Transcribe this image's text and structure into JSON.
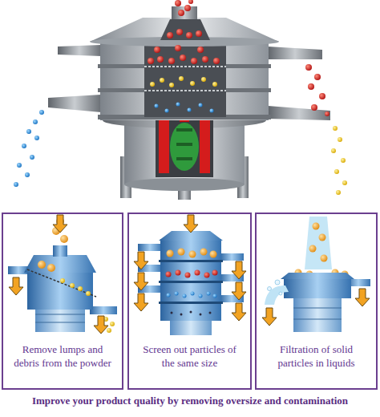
{
  "diagram": {
    "caption": "Improve your product quality by removing oversize and contamination",
    "nodes": [
      {
        "text": [
          "Remove lumps and debris from the powder"
        ]
      },
      {
        "text": [
          "Screen out particles of the same size"
        ]
      },
      {
        "text": [
          "Filtration of solid particles in liquids"
        ]
      }
    ]
  }
}
